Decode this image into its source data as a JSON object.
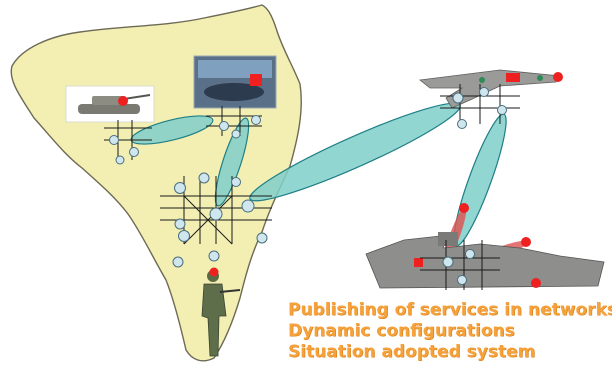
{
  "caption": {
    "lines": [
      "Publishing of services in networks",
      "Dynamic configurations",
      "Situation adopted system"
    ]
  },
  "colors": {
    "map_fill": "#f3efb3",
    "map_stroke": "#6d6a55",
    "link_fill": "#7fcfca",
    "link_stroke": "#1f7f86",
    "node_fill": "#cfe6ee",
    "node_stroke": "#4a6e7c",
    "marker": "#ee2020",
    "caption": "#f5a23c"
  },
  "icons": [
    "tank-icon",
    "command-center-icon",
    "aircraft-icon",
    "ship-icon",
    "soldier-icon"
  ]
}
